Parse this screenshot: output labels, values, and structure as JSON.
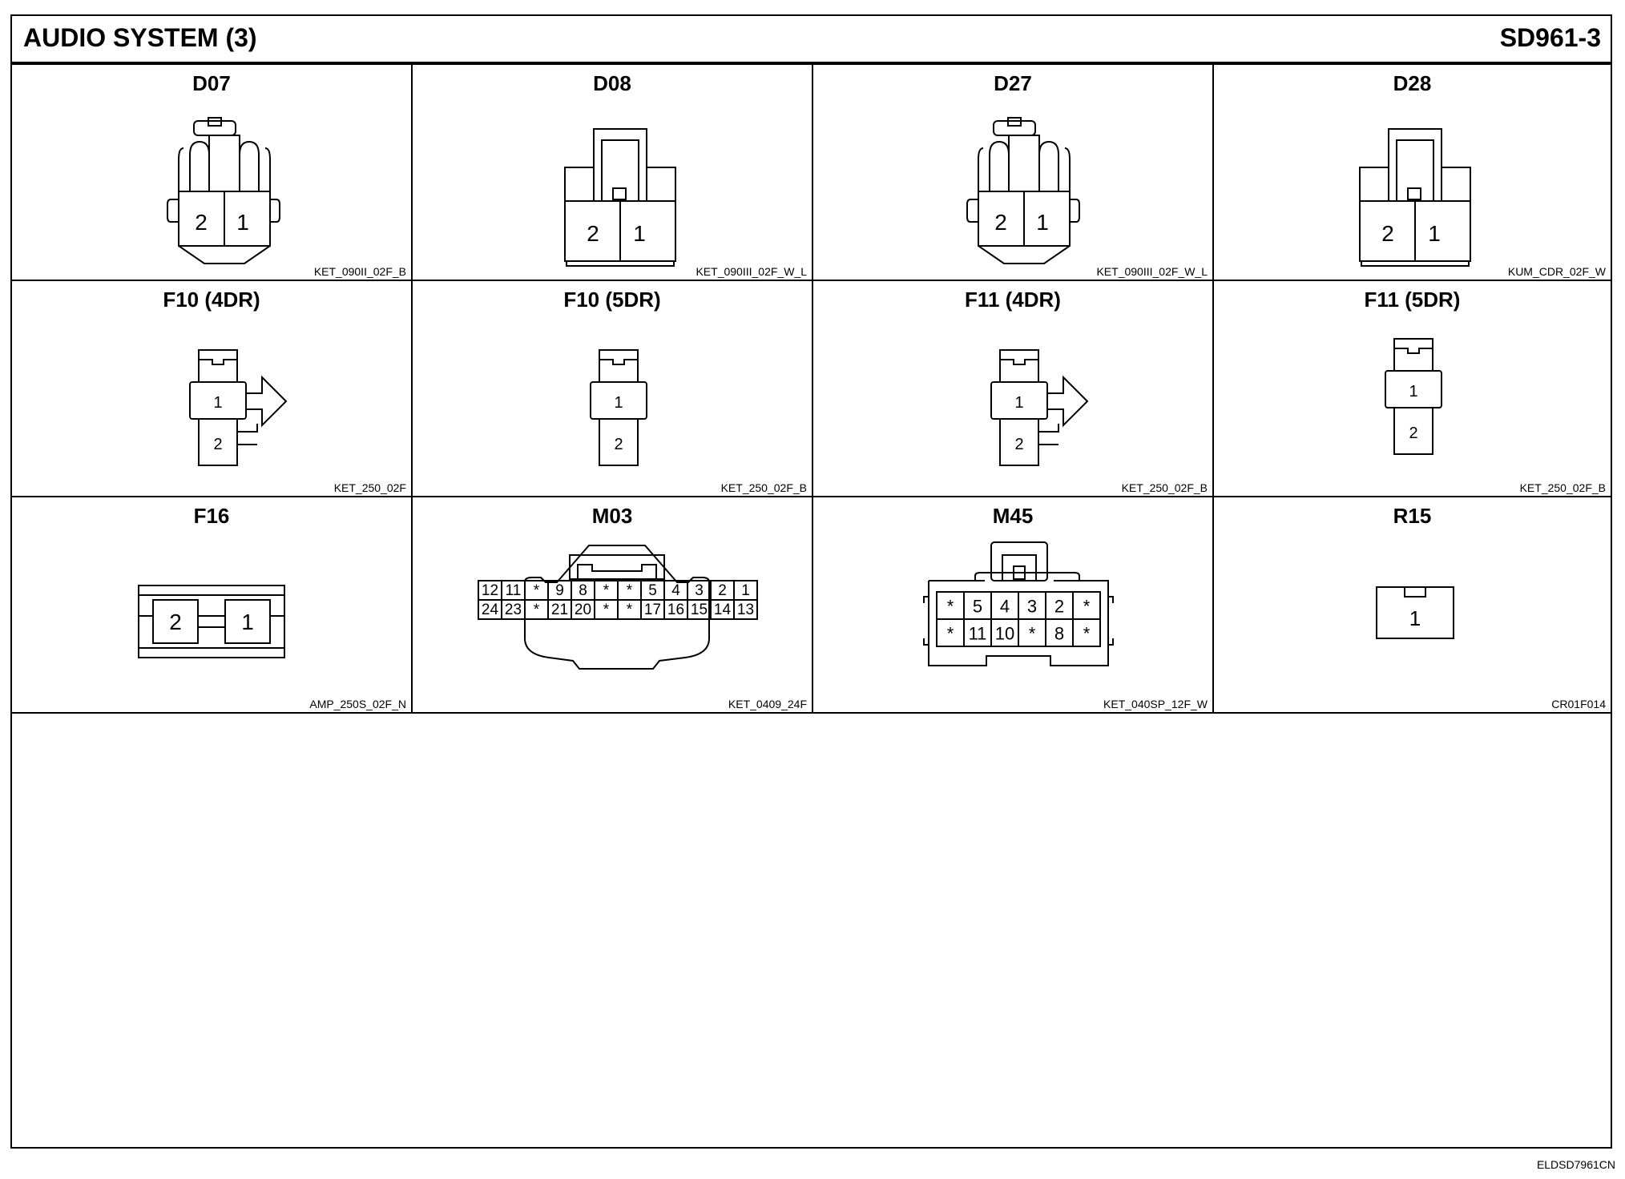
{
  "header": {
    "title": "AUDIO SYSTEM (3)",
    "code": "SD961-3"
  },
  "footer": {
    "code": "ELDSD7961CN"
  },
  "connectors": [
    {
      "name": "D07",
      "part": "KET_090II_02F_B",
      "pins": [
        "2",
        "1"
      ]
    },
    {
      "name": "D08",
      "part": "KET_090III_02F_W_L",
      "pins": [
        "2",
        "1"
      ]
    },
    {
      "name": "D27",
      "part": "KET_090III_02F_W_L",
      "pins": [
        "2",
        "1"
      ]
    },
    {
      "name": "D28",
      "part": "KUM_CDR_02F_W",
      "pins": [
        "2",
        "1"
      ]
    },
    {
      "name": "F10 (4DR)",
      "part": "KET_250_02F",
      "pins": [
        "1",
        "2"
      ]
    },
    {
      "name": "F10 (5DR)",
      "part": "KET_250_02F_B",
      "pins": [
        "1",
        "2"
      ]
    },
    {
      "name": "F11 (4DR)",
      "part": "KET_250_02F_B",
      "pins": [
        "1",
        "2"
      ]
    },
    {
      "name": "F11 (5DR)",
      "part": "KET_250_02F_B",
      "pins": [
        "1",
        "2"
      ]
    },
    {
      "name": "F16",
      "part": "AMP_250S_02F_N",
      "pins": [
        "2",
        "1"
      ]
    },
    {
      "name": "M03",
      "part": "KET_0409_24F",
      "pins_top": [
        "12",
        "11",
        "*",
        "9",
        "8",
        "*",
        "*",
        "5",
        "4",
        "3",
        "2",
        "1"
      ],
      "pins_bottom": [
        "24",
        "23",
        "*",
        "21",
        "20",
        "*",
        "*",
        "17",
        "16",
        "15",
        "14",
        "13"
      ]
    },
    {
      "name": "M45",
      "part": "KET_040SP_12F_W",
      "pins_top": [
        "*",
        "5",
        "4",
        "3",
        "2",
        "*"
      ],
      "pins_bottom": [
        "*",
        "11",
        "10",
        "*",
        "8",
        "*"
      ]
    },
    {
      "name": "R15",
      "part": "CR01F014",
      "pins": [
        "1"
      ]
    }
  ]
}
